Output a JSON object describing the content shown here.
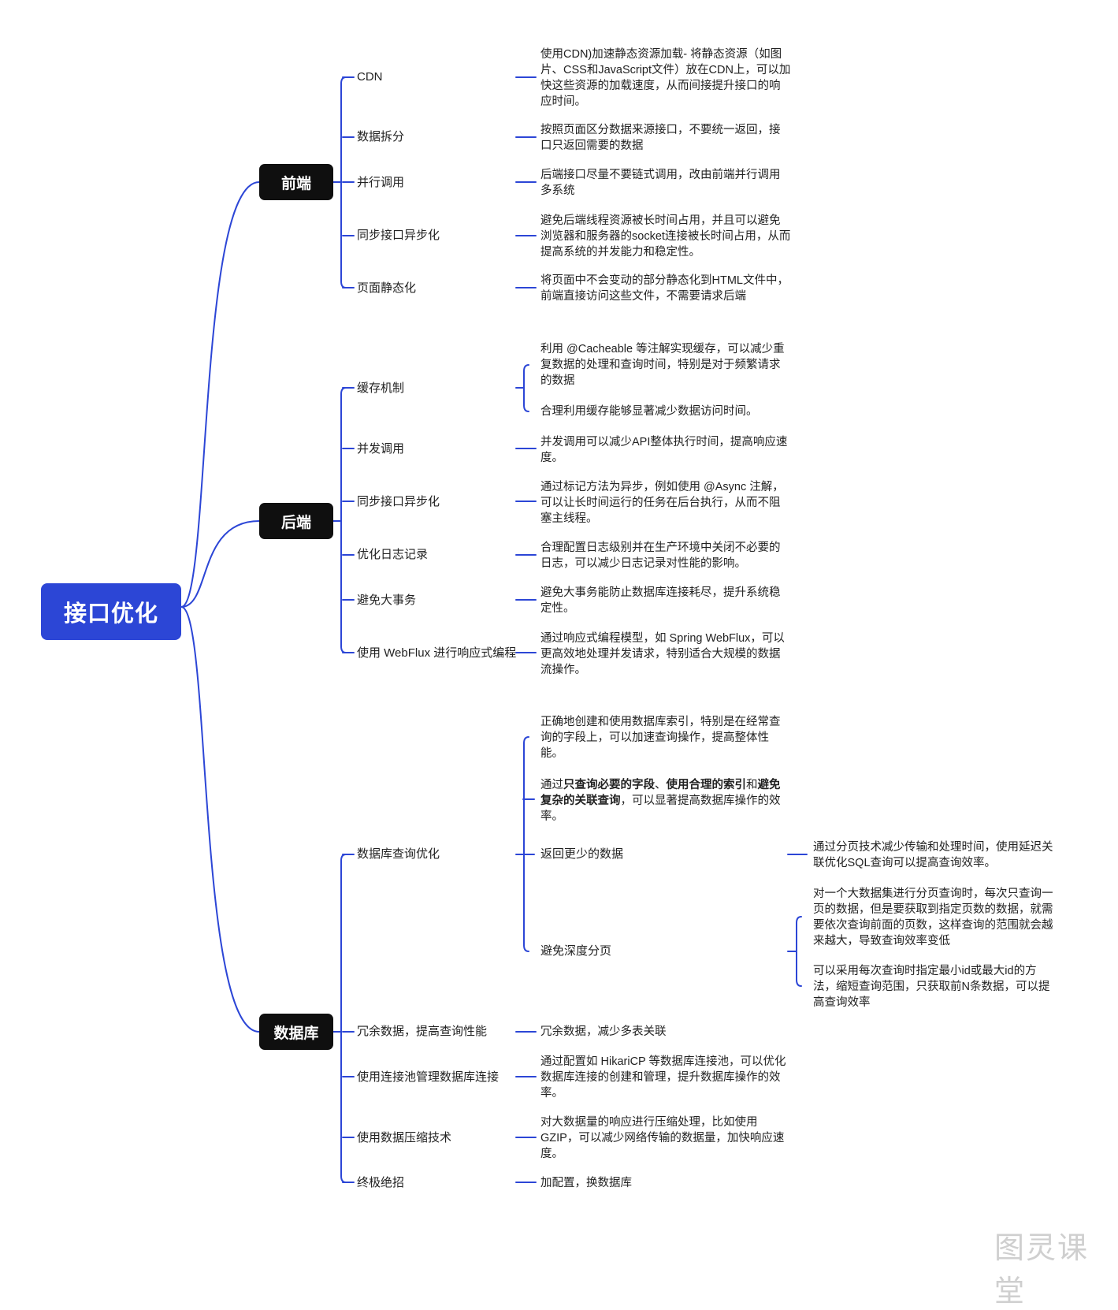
{
  "root": "接口优化",
  "categories": {
    "frontend": {
      "label": "前端",
      "items": [
        {
          "label": "CDN",
          "text": " 使用CDN)加速静态资源加载- 将静态资源（如图片、CSS和JavaScript文件）放在CDN上，可以加快这些资源的加载速度，从而间接提升接口的响应时间。"
        },
        {
          "label": "数据拆分",
          "text": "按照页面区分数据来源接口，不要统一返回，接口只返回需要的数据"
        },
        {
          "label": "并行调用",
          "text": "后端接口尽量不要链式调用，改由前端并行调用多系统"
        },
        {
          "label": "同步接口异步化",
          "text": "避免后端线程资源被长时间占用，并且可以避免浏览器和服务器的socket连接被长时间占用，从而提高系统的并发能力和稳定性。"
        },
        {
          "label": "页面静态化",
          "text": "将页面中不会变动的部分静态化到HTML文件中，前端直接访问这些文件，不需要请求后端"
        }
      ]
    },
    "backend": {
      "label": "后端",
      "items": [
        {
          "label": "缓存机制",
          "texts": [
            "利用 @Cacheable 等注解实现缓存，可以减少重复数据的处理和查询时间，特别是对于频繁请求的数据",
            "合理利用缓存能够显著减少数据访问时间。"
          ]
        },
        {
          "label": "并发调用",
          "text": "并发调用可以减少API整体执行时间，提高响应速度。"
        },
        {
          "label": "同步接口异步化",
          "text": "通过标记方法为异步，例如使用 @Async 注解，可以让长时间运行的任务在后台执行，从而不阻塞主线程。"
        },
        {
          "label": "优化日志记录",
          "text": "合理配置日志级别并在生产环境中关闭不必要的日志，可以减少日志记录对性能的影响。"
        },
        {
          "label": "避免大事务",
          "text": "避免大事务能防止数据库连接耗尽，提升系统稳定性。"
        },
        {
          "label": "使用 WebFlux 进行响应式编程",
          "text": "通过响应式编程模型，如 Spring WebFlux，可以更高效地处理并发请求，特别适合大规模的数据流操作。"
        }
      ]
    },
    "database": {
      "label": "数据库",
      "items": [
        {
          "label": "数据库查询优化",
          "texts": [
            "正确地创建和使用数据库索引，特别是在经常查询的字段上，可以加速查询操作，提高整体性能。",
            {
              "p1": "通过",
              "b1": "只查询必要的字段",
              "p2": "、",
              "b2": "使用合理的索引",
              "p3": "和",
              "b3": "避免复杂的关联查询",
              "p4": "，可以显著提高数据库操作的效率。"
            }
          ],
          "children": [
            {
              "label": "返回更少的数据",
              "text": "通过分页技术减少传输和处理时间，使用延迟关联优化SQL查询可以提高查询效率。"
            },
            {
              "label": "避免深度分页",
              "texts": [
                "对一个大数据集进行分页查询时，每次只查询一页的数据，但是要获取到指定页数的数据，就需要依次查询前面的页数，这样查询的范围就会越来越大，导致查询效率变低",
                "可以采用每次查询时指定最小id或最大id的方法，缩短查询范围，只获取前N条数据，可以提高查询效率"
              ]
            }
          ]
        },
        {
          "label": "冗余数据，提高查询性能",
          "text": "冗余数据，减少多表关联"
        },
        {
          "label": "使用连接池管理数据库连接",
          "text": "通过配置如 HikariCP 等数据库连接池，可以优化数据库连接的创建和管理，提升数据库操作的效率。"
        },
        {
          "label": "使用数据压缩技术",
          "text": "对大数据量的响应进行压缩处理，比如使用 GZIP，可以减少网络传输的数据量，加快响应速度。"
        },
        {
          "label": "终极绝招",
          "text": "加配置，换数据库"
        }
      ]
    }
  },
  "watermark": "图灵课堂",
  "colors": {
    "root": "#2c46d6",
    "category": "#0f0f0f",
    "connector": "#2c46d6"
  }
}
